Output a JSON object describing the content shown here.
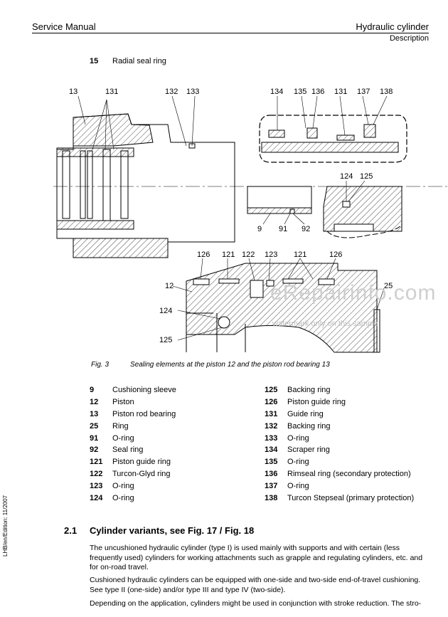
{
  "header": {
    "left": "Service Manual",
    "right": "Hydraulic cylinder",
    "sub": "Description"
  },
  "item15": {
    "num": "15",
    "label": "Radial seal ring"
  },
  "figure": {
    "callouts": {
      "c13": "13",
      "c131a": "131",
      "c132": "132",
      "c133": "133",
      "c134": "134",
      "c135": "135",
      "c136": "136",
      "c131b": "131",
      "c137": "137",
      "c138": "138",
      "c124a": "124",
      "c125a": "125",
      "c9": "9",
      "c91": "91",
      "c92": "92",
      "c126a": "126",
      "c121a": "121",
      "c122": "122",
      "c123": "123",
      "c121b": "121",
      "c126b": "126",
      "c12": "12",
      "c25": "25",
      "c124b": "124",
      "c125b": "125"
    }
  },
  "caption": {
    "label": "Fig. 3",
    "text": "Sealing elements at the piston 12 and the piston rod bearing 13"
  },
  "legend_left": [
    {
      "num": "9",
      "label": "Cushioning sleeve"
    },
    {
      "num": "12",
      "label": "Piston"
    },
    {
      "num": "13",
      "label": "Piston rod bearing"
    },
    {
      "num": "25",
      "label": "Ring"
    },
    {
      "num": "91",
      "label": "O-ring"
    },
    {
      "num": "92",
      "label": "Seal ring"
    },
    {
      "num": "121",
      "label": "Piston guide ring"
    },
    {
      "num": "122",
      "label": "Turcon-Glyd ring"
    },
    {
      "num": "123",
      "label": "O-ring"
    },
    {
      "num": "124",
      "label": "O-ring"
    }
  ],
  "legend_right": [
    {
      "num": "125",
      "label": "Backing ring"
    },
    {
      "num": "126",
      "label": "Piston guide ring"
    },
    {
      "num": "131",
      "label": "Guide ring"
    },
    {
      "num": "132",
      "label": "Backing ring"
    },
    {
      "num": "133",
      "label": "O-ring"
    },
    {
      "num": "134",
      "label": "Scraper ring"
    },
    {
      "num": "135",
      "label": "O-ring"
    },
    {
      "num": "136",
      "label": "Rimseal ring (secondary protection)"
    },
    {
      "num": "137",
      "label": "O-ring"
    },
    {
      "num": "138",
      "label": "Turcon Stepseal (primary protection)"
    }
  ],
  "sidebar": "LHB/en/Edition: 11/2007",
  "section": {
    "num": "2.1",
    "title": "Cylinder variants, see Fig. 17 / Fig. 18"
  },
  "paragraphs": {
    "p1": "The uncushioned hydraulic cylinder (type I) is used mainly with supports and with certain (less frequently used) cylinders for working attachments such as grapple and regulating cylinders, etc. and for on-road travel.",
    "p2": "Cushioned hydraulic cylinders can be equipped with one-side and two-side end-of-travel cushioning. See type II (one-side) and/or type III and type IV (two-side).",
    "p3": "Depending on the application, cylinders might be used in conjunction with stroke reduction. The stro-"
  },
  "watermark": {
    "main": "eRepairinfo.com",
    "sub": "watermark only on this sample"
  }
}
